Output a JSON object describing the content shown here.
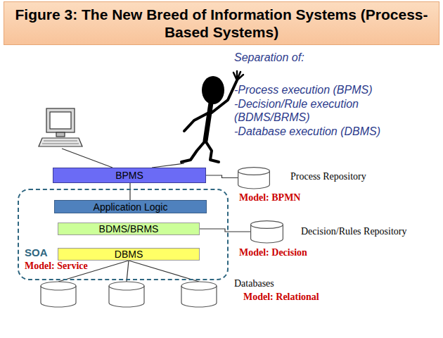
{
  "diagram": {
    "title": "Figure 3: The New Breed of Information Systems (Process-Based Systems)",
    "nodes": [
      {
        "text": [
          "BPMS"
        ]
      },
      {
        "text": [
          "Process Repository",
          "Model: BPMN"
        ]
      },
      {
        "text": [
          "SOA",
          "Model: Service"
        ]
      },
      {
        "text": [
          "Application Logic"
        ],
        "in": 2
      },
      {
        "text": [
          "BDMS/BRMS"
        ],
        "in": 2
      },
      {
        "text": [
          "DBMS"
        ],
        "in": 2
      },
      {
        "text": [
          "Decision/Rules Repository",
          "Model: Decision"
        ]
      }
    ],
    "edges": [
      {
        "from": 0,
        "to": 1,
        "arrow": "none"
      },
      {
        "from": 0,
        "to": 3,
        "arrow": "none"
      },
      {
        "from": 4,
        "to": 6,
        "arrow": "none"
      }
    ],
    "labels": [
      "Separation of:",
      "-Process execution (BPMS)",
      "-Decision/Rule execution (BDMS/BRMS)",
      "-Database execution (DBMS)",
      "Databases",
      "Model: Relational"
    ]
  }
}
